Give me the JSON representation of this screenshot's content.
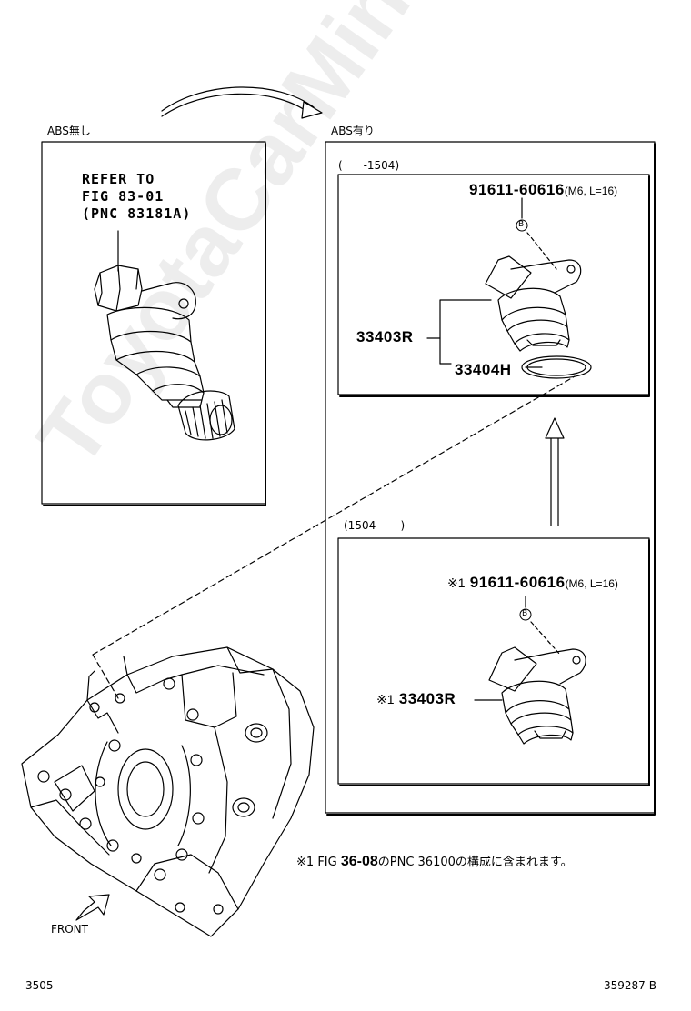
{
  "left_panel": {
    "title": "ABS無し",
    "refer_line1": "REFER TO",
    "refer_line2": "FIG 83-01",
    "refer_line3": "(PNC 83181A)"
  },
  "right_panel": {
    "title": "ABS有り",
    "upper_box": {
      "range_label": "(      -1504)",
      "bolt_part": "91611-60616",
      "bolt_spec": "(M6, L=16)",
      "callout": "B",
      "sensor_part": "33403R",
      "oring_part": "33404H"
    },
    "lower_box": {
      "range_label": "(1504-      )",
      "note_mark": "※1",
      "bolt_part": "91611-60616",
      "bolt_spec": "(M6, L=16)",
      "callout": "B",
      "sensor_part": "33403R"
    }
  },
  "footnote": {
    "mark": "※1",
    "fig": "FIG",
    "fig_number": "36-08",
    "text_a": "のPNC 36100の構成に含まれます。"
  },
  "front_label": "FRONT",
  "page_number_left": "3505",
  "page_number_right": "359287-B",
  "watermark": "ToyotaCarMine.ru"
}
